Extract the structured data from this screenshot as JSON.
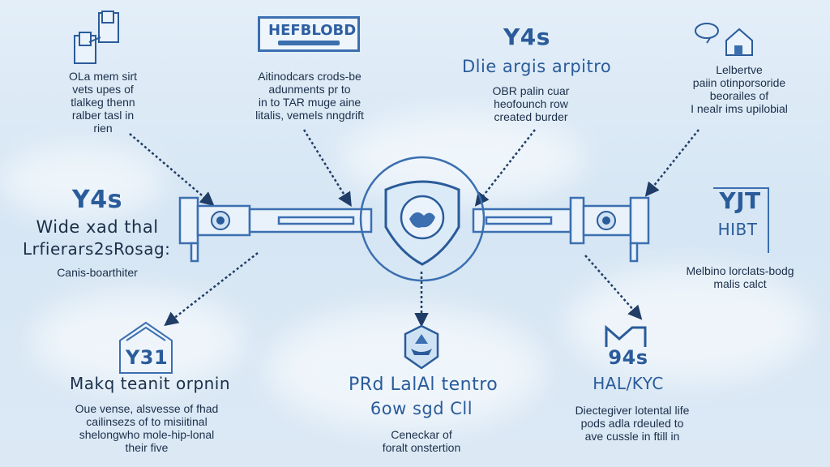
{
  "header": {
    "logo_text": "HEFBLOBD"
  },
  "top_left": {
    "lines": [
      "OLa mem sirt",
      "vets upes of",
      "tlalkeg thenn",
      "ralber tasl in",
      "rien"
    ]
  },
  "top_center_left": {
    "lines": [
      "Aitinodcars crods-be",
      "adunments pr to",
      "in to TAR muge aine",
      "litalis, vemels nngdrift"
    ]
  },
  "top_center": {
    "heading": "Y4s",
    "subheading": "Dlie argis arpitro",
    "lines": [
      "OBR palin cuar",
      "heofounch row",
      "created burder"
    ]
  },
  "top_right": {
    "lines": [
      "Lelbertve",
      "paiin otinporsoride",
      "beorailes of",
      "I nealr ims upilobial"
    ]
  },
  "mid_left": {
    "heading": "Y4s",
    "line1": "Wide xad thal",
    "line2": "Lrfierars2sRosag:",
    "line3": "Canis-boarthiter"
  },
  "mid_right": {
    "heading": "YJT",
    "line1": "HIBT",
    "caption": [
      "Melbino lorclats-bodg",
      "malis calct"
    ]
  },
  "bottom_left": {
    "heading": "Y31",
    "title": "Makq teanit orpnin",
    "lines": [
      "Oue vense, alsvesse of fhad",
      "cailinsezs of to misiitinal",
      "shelongwho mole-hip-lonal",
      "their five"
    ]
  },
  "bottom_center": {
    "line1": "PRd LalAl tentro",
    "line2": "6ow sgd Cll",
    "lines": [
      "Ceneckar of",
      "foralt onstertion"
    ]
  },
  "bottom_right": {
    "heading": "94s",
    "title": "HAL/KYC",
    "lines": [
      "Diectegiver lotental life",
      "pods adla rdeuled to",
      "ave cussle in ftill in"
    ]
  },
  "colors": {
    "primary": "#2a5b9a",
    "line": "#3b6fb0",
    "text": "#1c2f4a"
  },
  "icons": [
    "users-icon",
    "chat-house-icon",
    "shield-icon",
    "emblem-icon",
    "boat-emblem-icon"
  ]
}
